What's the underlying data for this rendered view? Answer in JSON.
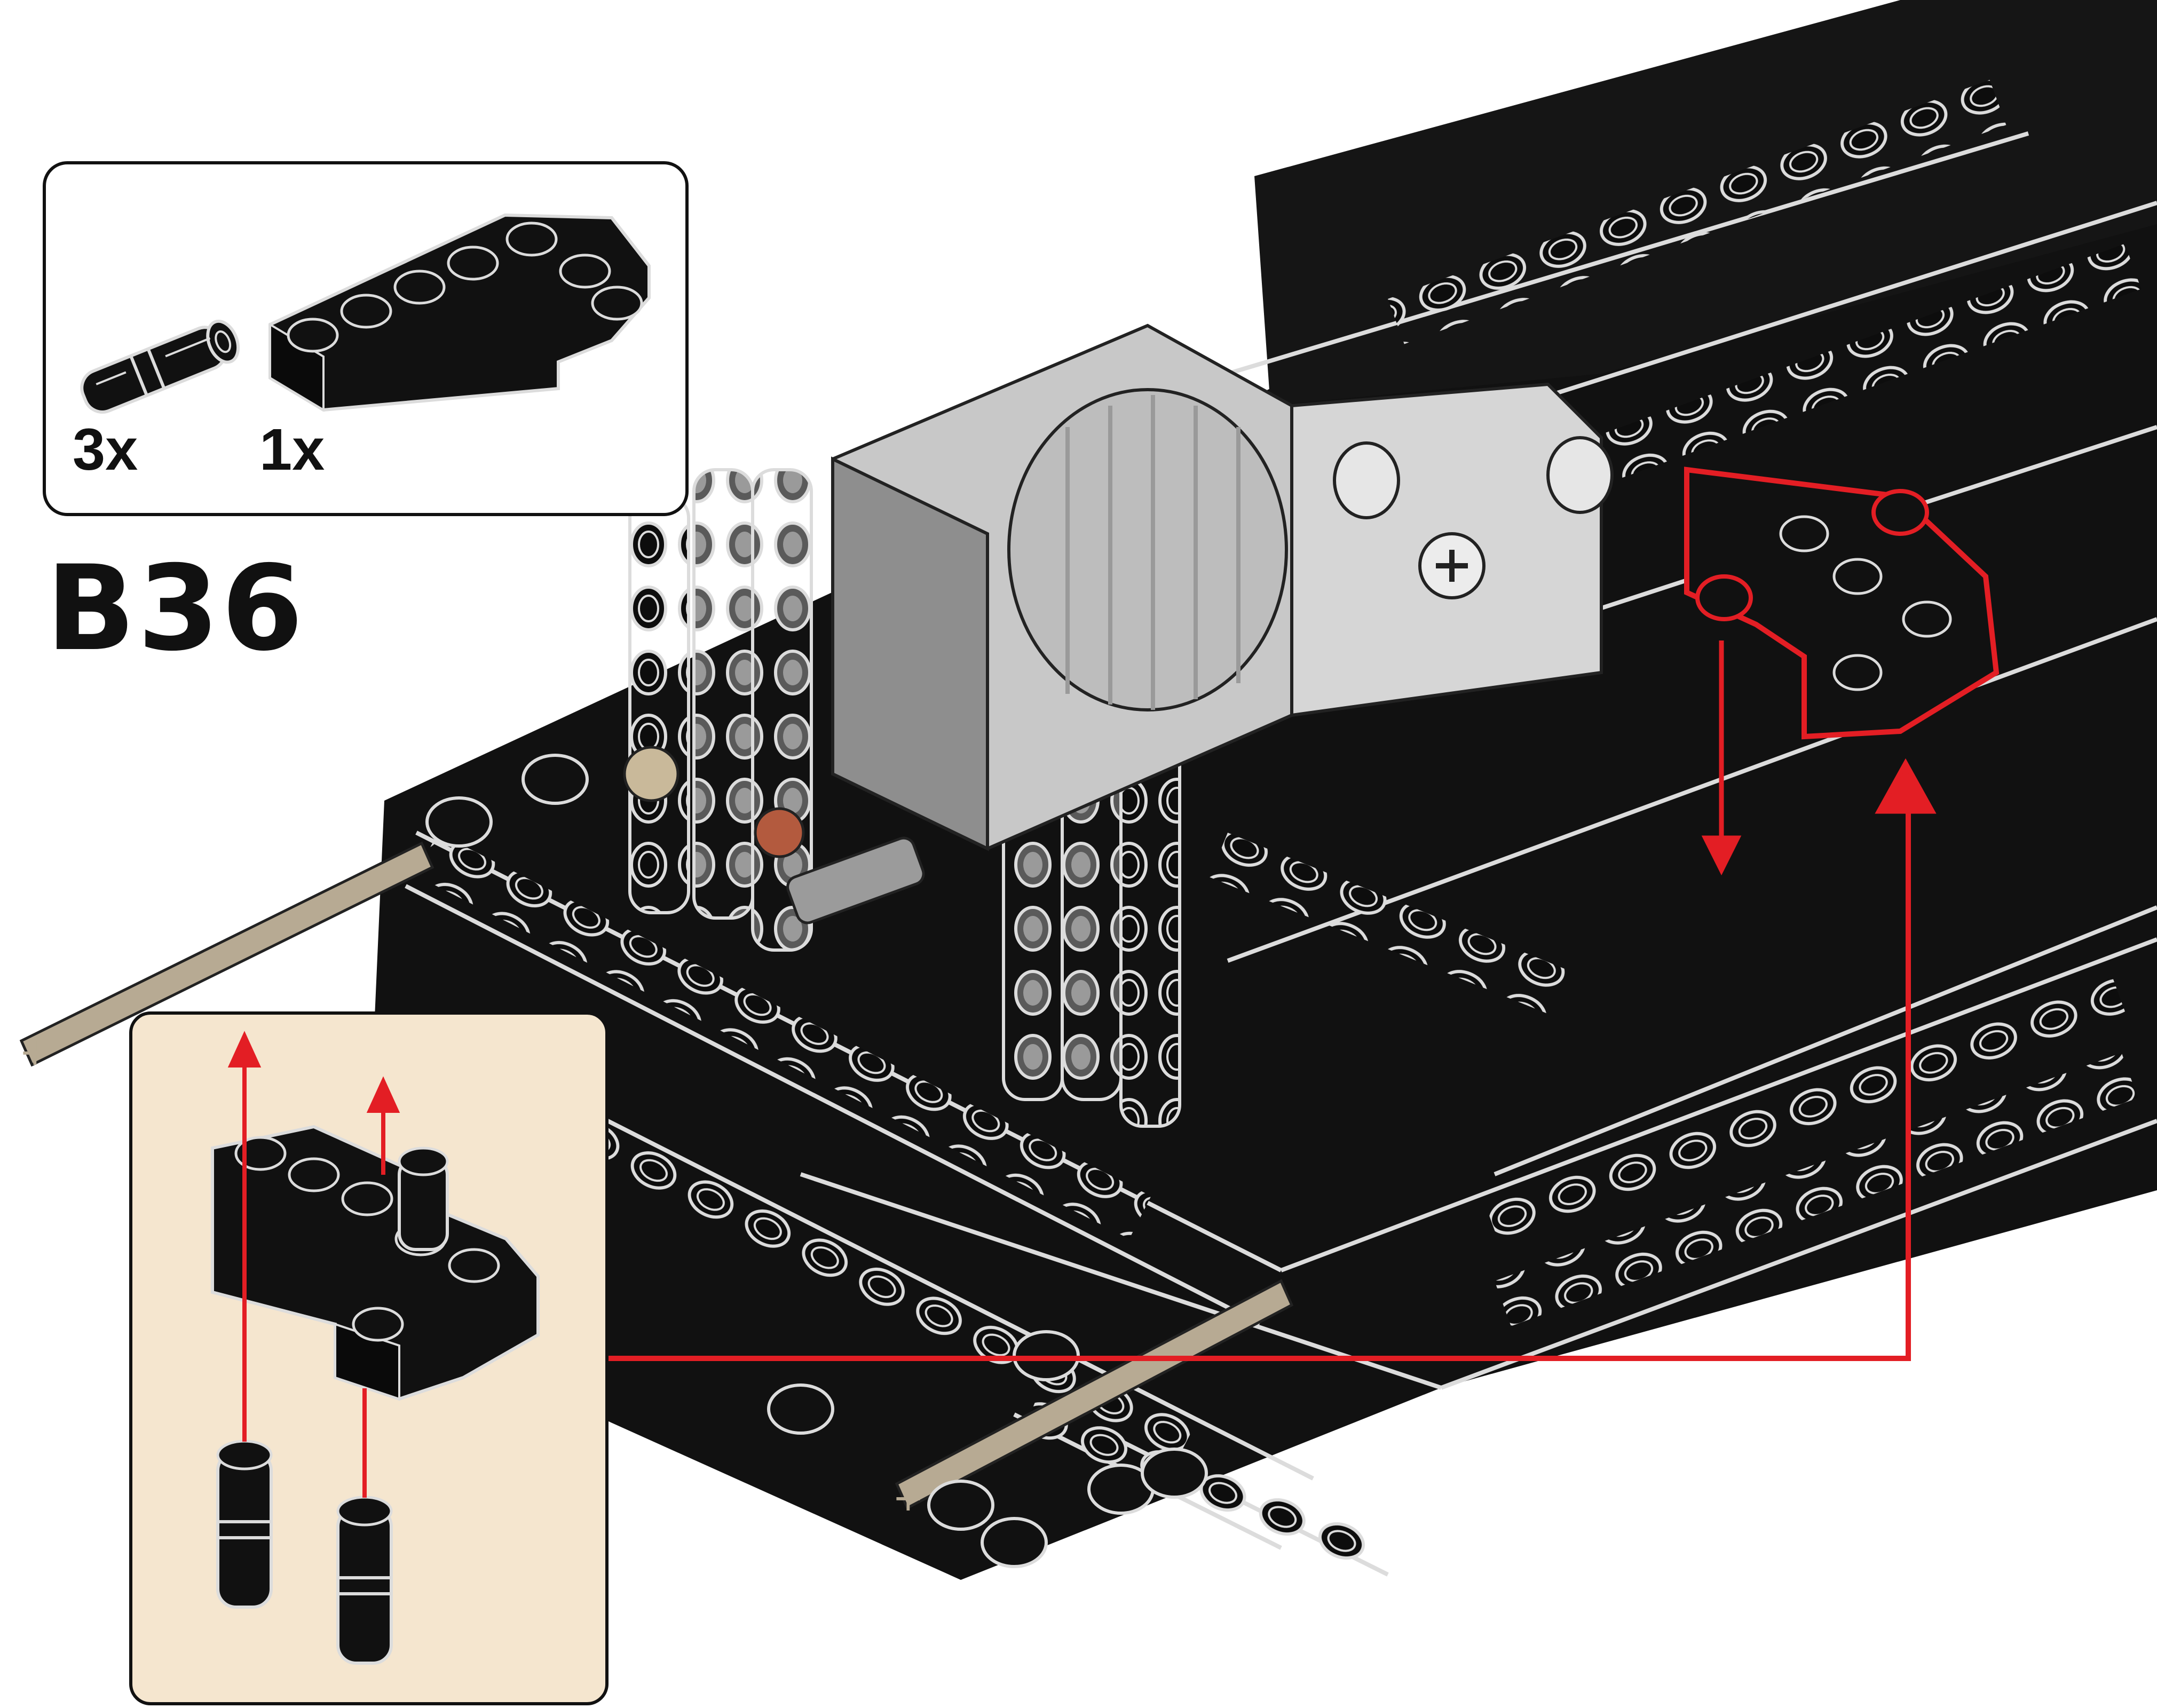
{
  "step": {
    "number_label": "B36"
  },
  "parts_list": {
    "items": [
      {
        "icon": "black-friction-pin-icon",
        "quantity_label": "3x"
      },
      {
        "icon": "black-l-shaped-liftarm-icon",
        "quantity_label": "1x"
      }
    ]
  },
  "subassembly": {
    "icon": "subassembly-liftarm-with-pins-icon",
    "background_color": "#f5e6cf"
  },
  "colors": {
    "accent": "#e31e24",
    "part_black": "#111111",
    "part_outline": "#d8d8d8",
    "motor_grey": "#c8c8c8",
    "beam_grey": "#7a7a7a",
    "axle_tan": "#b7aa93"
  }
}
